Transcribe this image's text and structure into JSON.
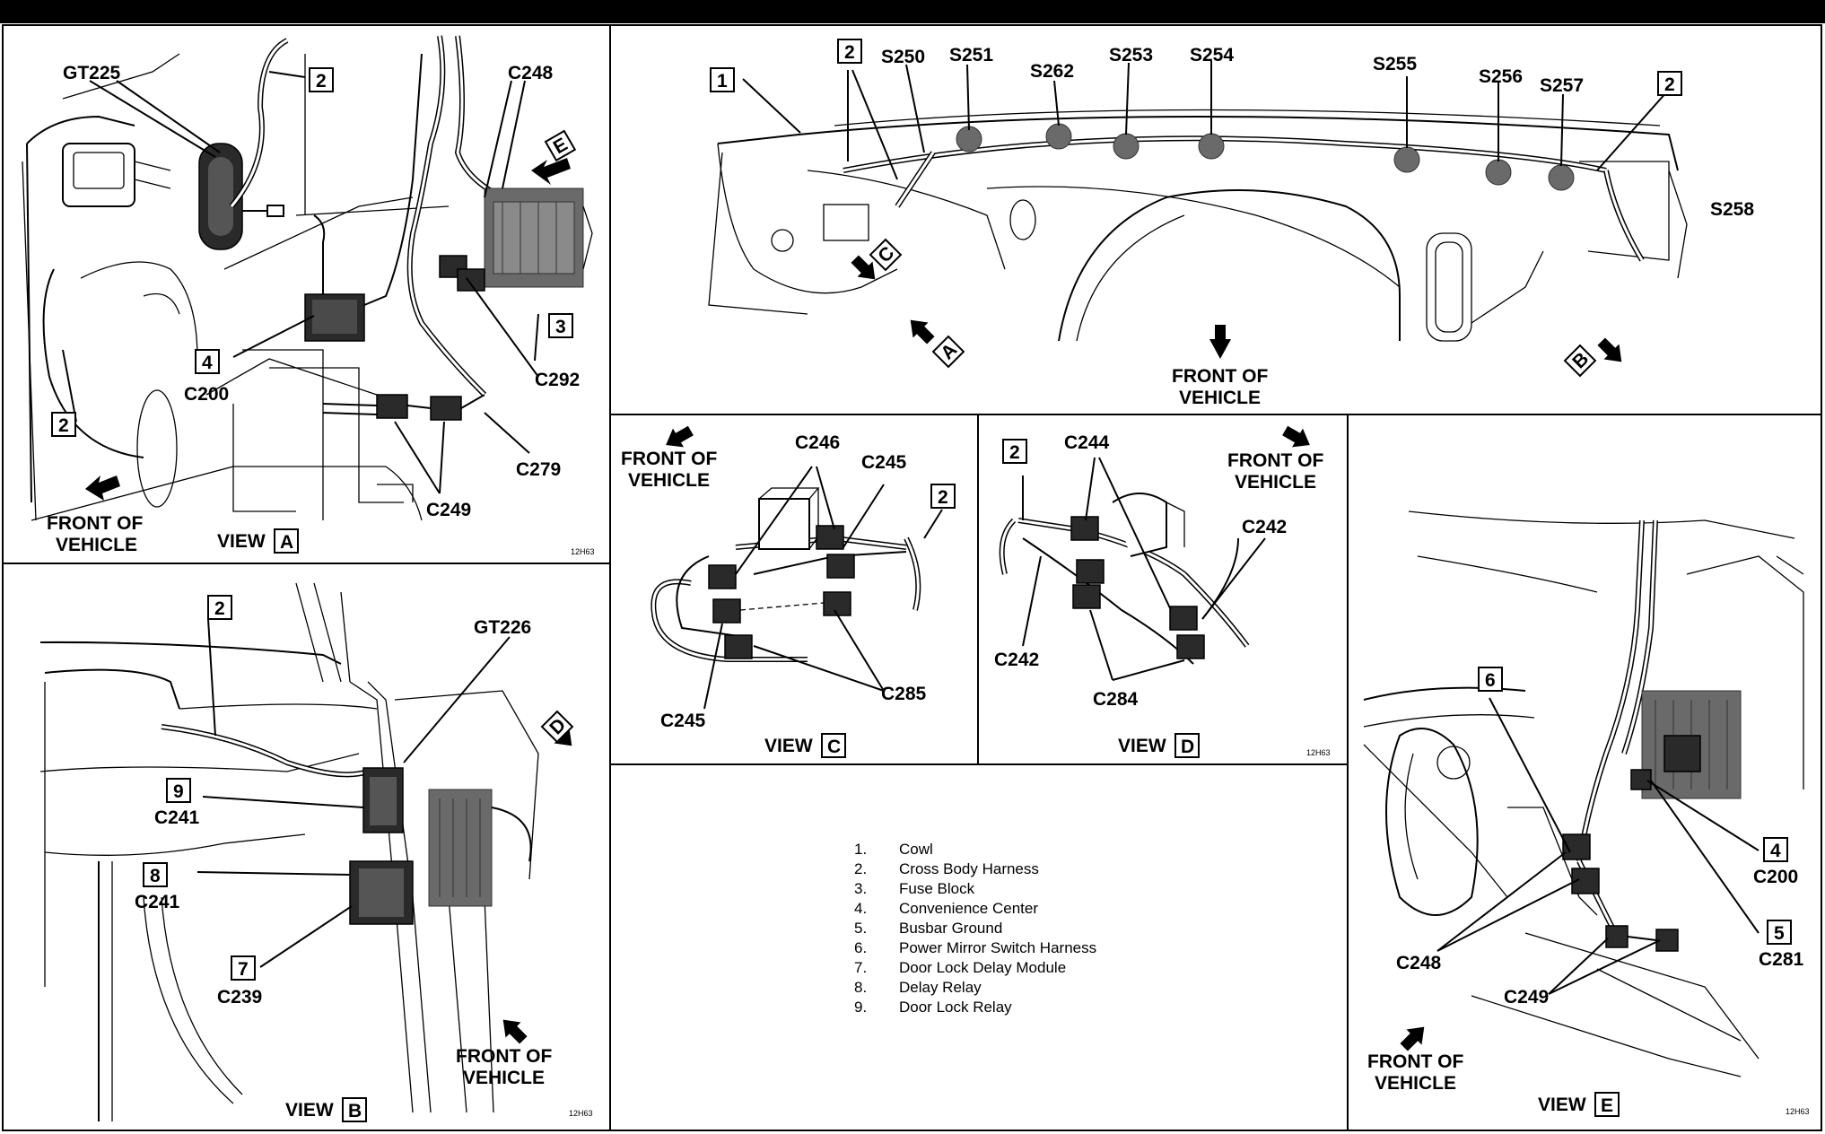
{
  "panel_a": {
    "view_label": "VIEW",
    "view_letter": "A",
    "labels": {
      "gt225": "GT225",
      "c248": "C248",
      "c200": "C200",
      "c292": "C292",
      "c279": "C279",
      "c249": "C249"
    },
    "callouts": {
      "n2a": "2",
      "n2b": "2",
      "n3": "3",
      "n4": "4"
    },
    "arrow_e": "E",
    "front_line1": "FRONT OF",
    "front_line2": "VEHICLE",
    "code": "12H63"
  },
  "panel_top": {
    "labels": {
      "s250": "S250",
      "s251": "S251",
      "s262": "S262",
      "s253": "S253",
      "s254": "S254",
      "s255": "S255",
      "s256": "S256",
      "s257": "S257",
      "s258": "S258"
    },
    "callouts": {
      "n1": "1",
      "n2a": "2",
      "n2b": "2"
    },
    "arrow_a": "A",
    "arrow_b": "B",
    "arrow_c": "C",
    "front_line1": "FRONT OF",
    "front_line2": "VEHICLE"
  },
  "panel_b": {
    "view_label": "VIEW",
    "view_letter": "B",
    "labels": {
      "gt226": "GT226",
      "c241a": "C241",
      "c241b": "C241",
      "c239": "C239"
    },
    "callouts": {
      "n2": "2",
      "n9": "9",
      "n8": "8",
      "n7": "7"
    },
    "arrow_d": "D",
    "front_line1": "FRONT OF",
    "front_line2": "VEHICLE",
    "code": "12H63"
  },
  "panel_c": {
    "view_label": "VIEW",
    "view_letter": "C",
    "labels": {
      "c246": "C246",
      "c245a": "C245",
      "c245b": "C245",
      "c285": "C285"
    },
    "callouts": {
      "n2": "2"
    },
    "front_line1": "FRONT OF",
    "front_line2": "VEHICLE"
  },
  "panel_d": {
    "view_label": "VIEW",
    "view_letter": "D",
    "labels": {
      "c244": "C244",
      "c242a": "C242",
      "c242b": "C242",
      "c284": "C284"
    },
    "callouts": {
      "n2": "2"
    },
    "front_line1": "FRONT OF",
    "front_line2": "VEHICLE",
    "code": "12H63"
  },
  "panel_e": {
    "view_label": "VIEW",
    "view_letter": "E",
    "labels": {
      "c200": "C200",
      "c281": "C281",
      "c248": "C248",
      "c249": "C249"
    },
    "callouts": {
      "n6": "6",
      "n4": "4",
      "n5": "5"
    },
    "front_line1": "FRONT OF",
    "front_line2": "VEHICLE",
    "code": "12H63"
  },
  "legend": [
    {
      "num": "1.",
      "text": "Cowl"
    },
    {
      "num": "2.",
      "text": "Cross Body Harness"
    },
    {
      "num": "3.",
      "text": "Fuse Block"
    },
    {
      "num": "4.",
      "text": "Convenience Center"
    },
    {
      "num": "5.",
      "text": "Busbar Ground"
    },
    {
      "num": "6.",
      "text": "Power Mirror Switch Harness"
    },
    {
      "num": "7.",
      "text": "Door Lock Delay Module"
    },
    {
      "num": "8.",
      "text": "Delay Relay"
    },
    {
      "num": "9.",
      "text": "Door Lock Relay"
    }
  ]
}
